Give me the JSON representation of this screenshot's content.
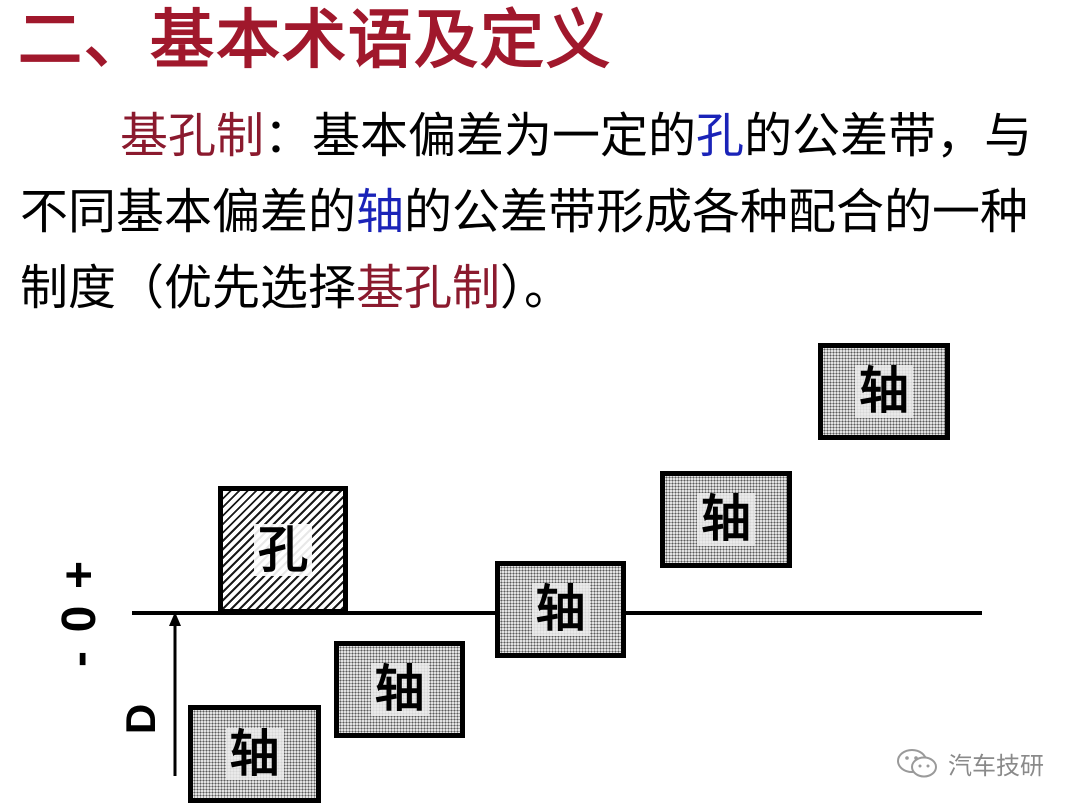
{
  "title": {
    "text": "二、基本术语及定义",
    "color": "#a0182c"
  },
  "paragraph": {
    "term": "基孔制",
    "colon": "：",
    "s1": "基本偏差为一定的",
    "hole": "孔",
    "s2": "的公差带，与不同基本偏差的",
    "shaft": "轴",
    "s3": "的公差带形成各种配合的一种制度（优先选择",
    "term2": "基孔制",
    "s4": "）。",
    "term_color": "#8b1a2e",
    "highlight_color": "#1a23b8"
  },
  "diagram": {
    "sign_plus": "+",
    "sign_zero": "0",
    "sign_minus": "-",
    "dimension_label": "D",
    "hole_label": "孔",
    "shaft_labels": [
      "轴",
      "轴",
      "轴",
      "轴",
      "轴"
    ]
  },
  "watermark": {
    "text": "汽车技研",
    "icon": "wechat-icon"
  }
}
